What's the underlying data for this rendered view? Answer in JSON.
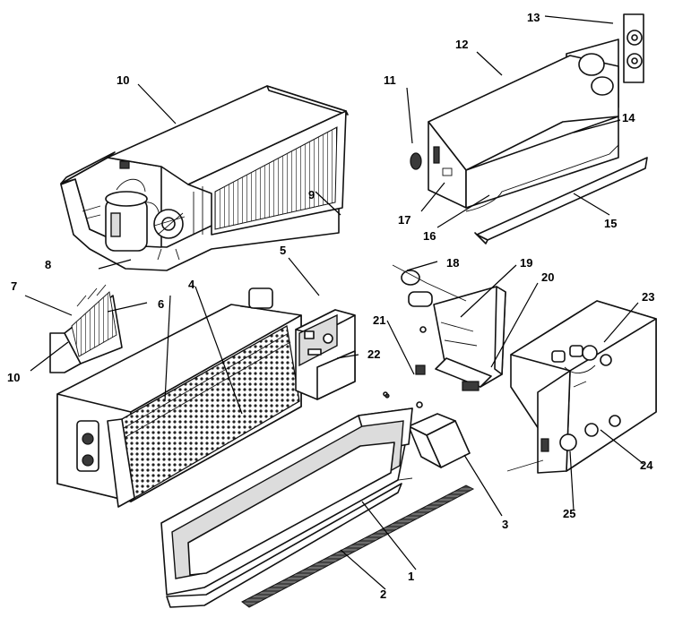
{
  "diagram": {
    "callouts": [
      "1",
      "2",
      "3",
      "4",
      "5",
      "6",
      "7",
      "8",
      "9",
      "10",
      "10",
      "11",
      "12",
      "13",
      "14",
      "15",
      "16",
      "17",
      "18",
      "19",
      "20",
      "21",
      "22",
      "23",
      "24",
      "25"
    ]
  }
}
